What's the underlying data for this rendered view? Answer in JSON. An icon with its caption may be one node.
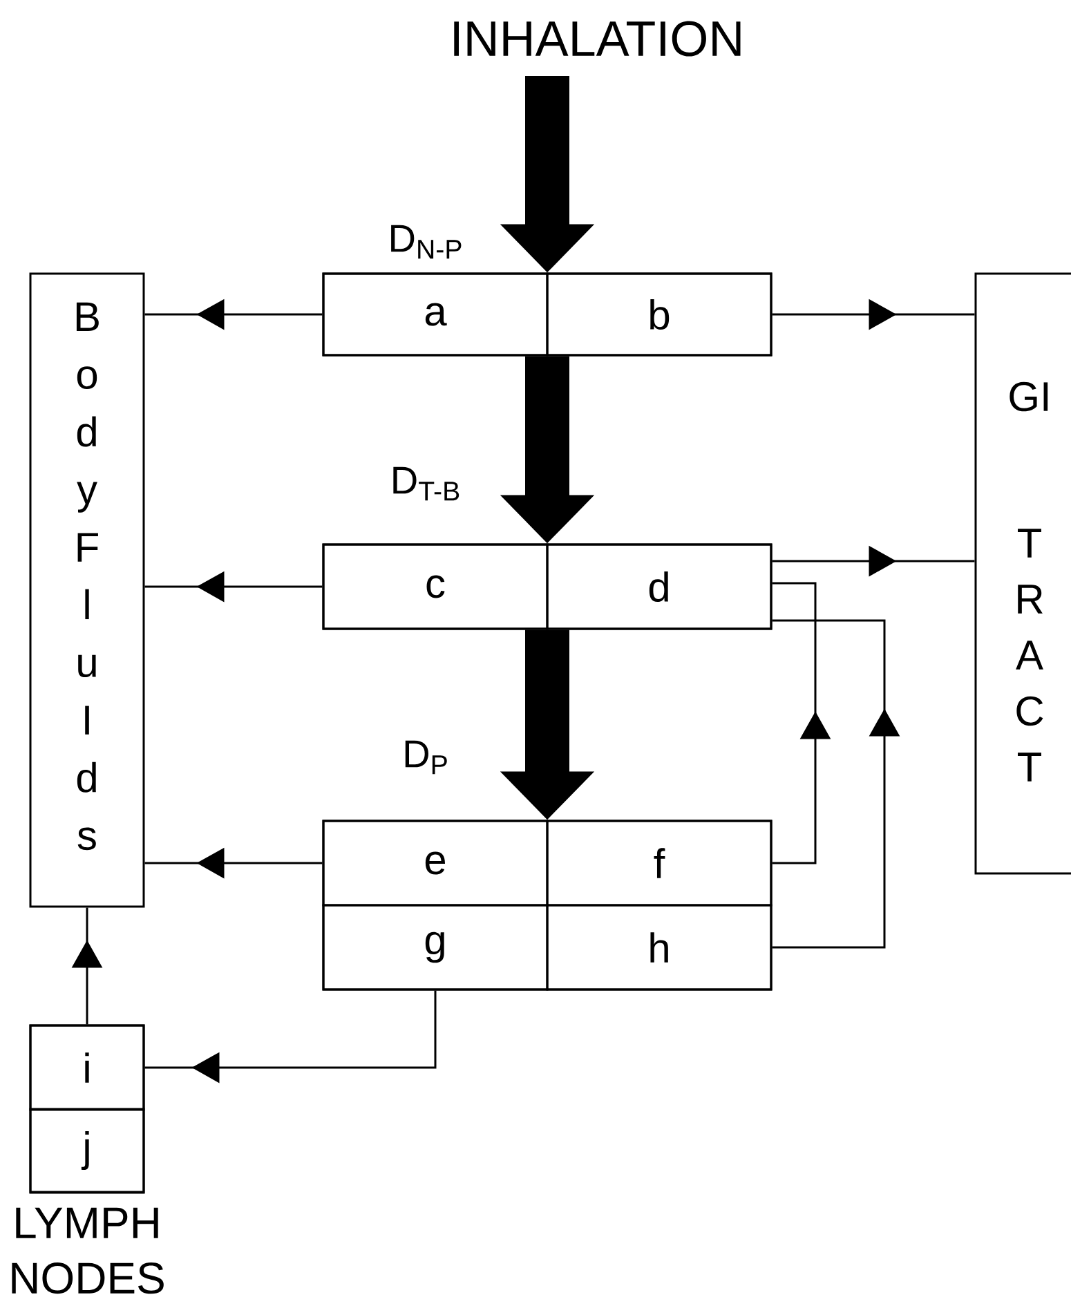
{
  "diagram": {
    "nodes": [
      {
        "text": [
          "INHALATION"
        ]
      },
      {
        "text": [],
        "shape": "box"
      },
      {
        "text": [
          "a"
        ],
        "in": 1
      },
      {
        "text": [
          "b"
        ],
        "in": 1
      },
      {
        "text": [],
        "shape": "box"
      },
      {
        "text": [
          "c"
        ],
        "in": 4
      },
      {
        "text": [
          "d"
        ],
        "in": 4
      },
      {
        "text": [],
        "shape": "box"
      },
      {
        "text": [
          "e"
        ],
        "in": 7
      },
      {
        "text": [
          "f"
        ],
        "in": 7
      },
      {
        "text": [
          "g"
        ],
        "in": 7
      },
      {
        "text": [
          "h"
        ],
        "in": 7
      },
      {
        "text": [
          "Body FluIds"
        ]
      },
      {
        "text": [
          "GI",
          "TRACT"
        ]
      },
      {
        "text": [
          "LYMPH NODES"
        ]
      },
      {
        "text": [
          "i"
        ],
        "in": 14
      },
      {
        "text": [
          "j"
        ],
        "in": 14
      }
    ],
    "edges": [
      {
        "from": 0,
        "to": 1,
        "arrow": "to",
        "style": "thick",
        "label": "D$_{N-P}$"
      },
      {
        "from": 1,
        "to": 4,
        "arrow": "to",
        "style": "thick",
        "label": "D$_{T-B}$"
      },
      {
        "from": 4,
        "to": 7,
        "arrow": "to",
        "style": "thick",
        "label": "D$_{P}$"
      },
      {
        "from": 2,
        "to": 12,
        "arrow": "to"
      },
      {
        "from": 3,
        "to": 13,
        "arrow": "to"
      },
      {
        "from": 5,
        "to": 12,
        "arrow": "to"
      },
      {
        "from": 6,
        "to": 13,
        "arrow": "to"
      },
      {
        "from": 8,
        "to": 12,
        "arrow": "to"
      },
      {
        "from": 9,
        "to": 6,
        "arrow": "to"
      },
      {
        "from": 11,
        "to": 6,
        "arrow": "to"
      },
      {
        "from": 10,
        "to": 15,
        "arrow": "to"
      },
      {
        "from": 15,
        "to": 12,
        "arrow": "to"
      }
    ]
  }
}
